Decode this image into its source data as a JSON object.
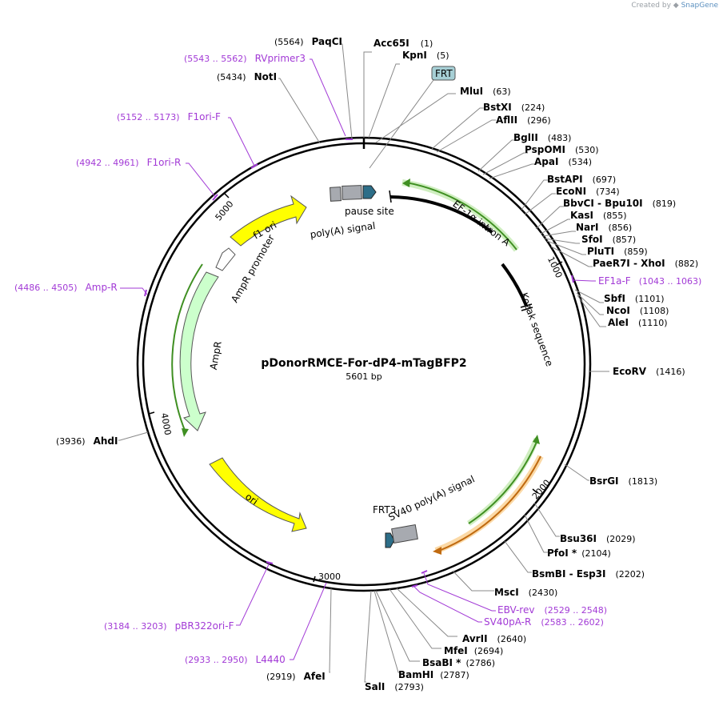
{
  "credit": {
    "prefix": "Created by",
    "brand": "SnapGene"
  },
  "plasmid": {
    "name": "pDonorRMCE-For-dP4-mTagBFP2",
    "length_label": "5601 bp",
    "length": 5601
  },
  "scale_ticks": [
    "1000",
    "2000",
    "3000",
    "4000",
    "5000"
  ],
  "sites": [
    {
      "name": "Acc65I",
      "pos": "(1)"
    },
    {
      "name": "KpnI",
      "pos": "(5)"
    },
    {
      "name": "MluI",
      "pos": "(63)"
    },
    {
      "name": "BstXI",
      "pos": "(224)"
    },
    {
      "name": "AflII",
      "pos": "(296)"
    },
    {
      "name": "BglII",
      "pos": "(483)"
    },
    {
      "name": "PspOMI",
      "pos": "(530)"
    },
    {
      "name": "ApaI",
      "pos": "(534)"
    },
    {
      "name": "BstAPI",
      "pos": "(697)"
    },
    {
      "name": "EcoNI",
      "pos": "(734)"
    },
    {
      "name": "BbvCI - Bpu10I",
      "pos": "(819)"
    },
    {
      "name": "KasI",
      "pos": "(855)"
    },
    {
      "name": "NarI",
      "pos": "(856)"
    },
    {
      "name": "SfoI",
      "pos": "(857)"
    },
    {
      "name": "PluTI",
      "pos": "(859)"
    },
    {
      "name": "PaeR7I - XhoI",
      "pos": "(882)"
    },
    {
      "name": "SbfI",
      "pos": "(1101)"
    },
    {
      "name": "NcoI",
      "pos": "(1108)"
    },
    {
      "name": "AleI",
      "pos": "(1110)"
    },
    {
      "name": "EcoRV",
      "pos": "(1416)"
    },
    {
      "name": "BsrGI",
      "pos": "(1813)"
    },
    {
      "name": "Bsu36I",
      "pos": "(2029)"
    },
    {
      "name": "PfoI *",
      "pos": "(2104)"
    },
    {
      "name": "BsmBI - Esp3I",
      "pos": "(2202)"
    },
    {
      "name": "MscI",
      "pos": "(2430)"
    },
    {
      "name": "AvrII",
      "pos": "(2640)"
    },
    {
      "name": "MfeI",
      "pos": "(2694)"
    },
    {
      "name": "BsaBI *",
      "pos": "(2786)"
    },
    {
      "name": "BamHI",
      "pos": "(2787)"
    },
    {
      "name": "SalI",
      "pos": "(2793)"
    },
    {
      "name": "AfeI",
      "pos": "(2919)"
    },
    {
      "name": "AhdI",
      "pos": "(3936)"
    },
    {
      "name": "NotI",
      "pos": "(5434)"
    },
    {
      "name": "PaqCI",
      "pos": "(5564)"
    }
  ],
  "primers": [
    {
      "name": "RVprimer3",
      "range": "(5543 .. 5562)"
    },
    {
      "name": "F1ori-F",
      "range": "(5152 .. 5173)"
    },
    {
      "name": "F1ori-R",
      "range": "(4942 .. 4961)"
    },
    {
      "name": "Amp-R",
      "range": "(4486 .. 4505)"
    },
    {
      "name": "EF1a-F",
      "range": "(1043 .. 1063)"
    },
    {
      "name": "EBV-rev",
      "range": "(2529 .. 2548)"
    },
    {
      "name": "SV40pA-R",
      "range": "(2583 .. 2602)"
    },
    {
      "name": "pBR322ori-F",
      "range": "(3184 .. 3203)"
    },
    {
      "name": "L4440",
      "range": "(2933 .. 2950)"
    }
  ],
  "features": {
    "frt": "FRT",
    "pause_site": "pause site",
    "polya_signal": "poly(A) signal",
    "ef1a_intron": "EF-1α intron A",
    "kozak": "Kozak sequence",
    "f1_ori": "f1 ori",
    "ampr_promoter": "AmpR promoter",
    "ampr": "AmpR",
    "ori": "ori",
    "frt3": "FRT3",
    "sv40_polya": "SV40 poly(A) signal"
  },
  "colors": {
    "primer": "#a23ad6",
    "f1_ori": "#ffff00",
    "ori": "#ffff00",
    "ampr": "#ccffcc",
    "frt_box": "#a6cfd5",
    "frt_arrow": "#2d6e88",
    "grey_feature": "#a7aab0",
    "green_line": "#3f8f22",
    "orange_line": "#c06a10"
  }
}
